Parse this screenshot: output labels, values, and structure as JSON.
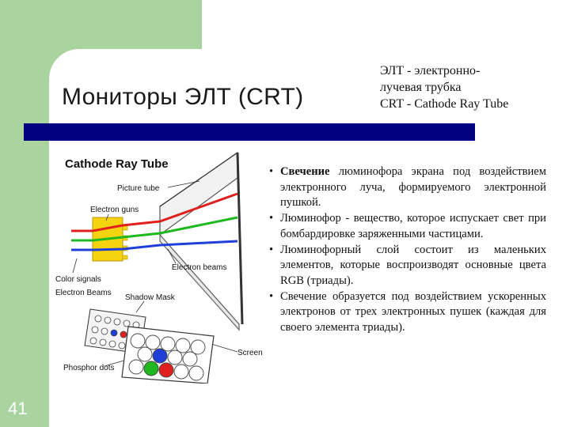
{
  "slide": {
    "title": "Мониторы ЭЛТ (CRT)",
    "subtitle_lines": [
      "ЭЛТ - электронно-",
      "лучевая трубка",
      "CRT - Cathode Ray Tube"
    ],
    "page_number": "41"
  },
  "diagram": {
    "heading": "Cathode Ray Tube",
    "labels": {
      "picture_tube": "Picture tube",
      "electron_guns": "Electron guns",
      "electron_beams": "Electron beams",
      "color_signals": "Color signals",
      "electron_beams_2": "Electron Beams",
      "shadow_mask": "Shadow Mask",
      "screen": "Screen",
      "phosphor_dots": "Phosphor dots"
    }
  },
  "bullets": [
    {
      "bold": "Свечение",
      "text": " люминофора экрана под воздействием электронного луча, формируемого электронной пушкой."
    },
    {
      "bold": "",
      "text": "Люминофор - вещество, которое испускает свет при бомбардировке заряженными частицами."
    },
    {
      "bold": "",
      "text": "Люминофорный слой состоит из маленьких элементов, которые воспроизводят основные цвета RGB (триады)."
    },
    {
      "bold": "",
      "text": "Свечение образуется под воздействием ускоренных электронов от трех электронных пушек (каждая для своего элемента триады)."
    }
  ],
  "colors": {
    "accent_green": "#a9d4a0",
    "title_bar_navy": "#000080",
    "beam_red": "#e0201c",
    "beam_green": "#1fb81f",
    "beam_blue": "#1f3fd8",
    "gun_yellow": "#f5d40f"
  }
}
